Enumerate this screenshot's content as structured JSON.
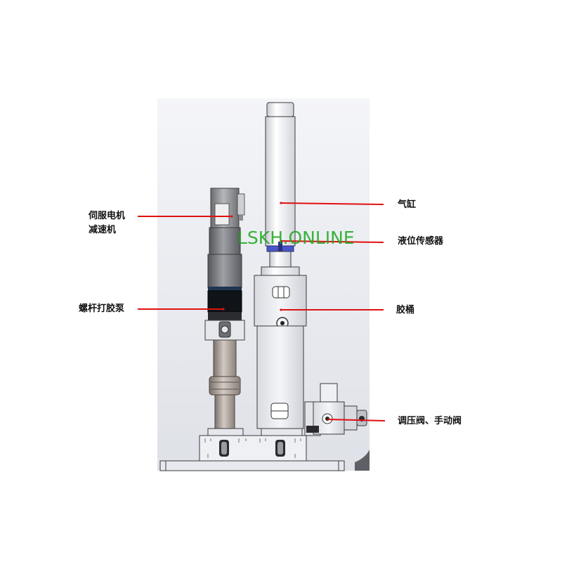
{
  "labels": {
    "servo_motor": "伺服电机",
    "reducer": "减速机",
    "screw_pump": "螺杆打胶泵",
    "cylinder": "气缸",
    "level_sensor": "液位传感器",
    "glue_barrel": "胶桶",
    "valves": "调压阀、手动阀"
  },
  "watermark": "LSKH.ONLINE",
  "colors": {
    "leader_line": "#e01010",
    "watermark": "#1aa81a",
    "sensor_ring": "#4a55c8",
    "pump_band": "#101418",
    "metal": "#c9ccd3"
  }
}
